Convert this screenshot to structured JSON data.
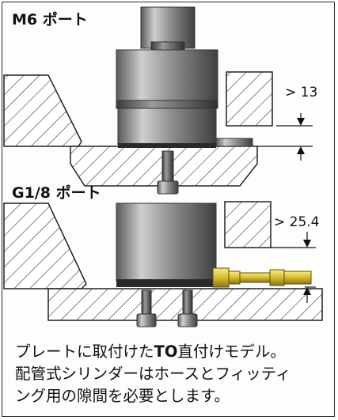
{
  "top_diagram": {
    "port_label": "M6 ポート",
    "clearance_label": "> 13"
  },
  "bottom_diagram": {
    "port_label": "G1/8 ポート",
    "clearance_label": "> 25.4"
  },
  "caption": {
    "line1_before": "プレートに取付けた",
    "line1_bold": "TO",
    "line1_after": "直付けモデル。",
    "line2": "配管式シリンダーはホースとフィッティ",
    "line3": "ング用の隙間を必要とします。"
  },
  "colors": {
    "frame": "#2a2a2a",
    "steel": "#9a9a9a",
    "fitting_brass": "#d9c23a"
  }
}
